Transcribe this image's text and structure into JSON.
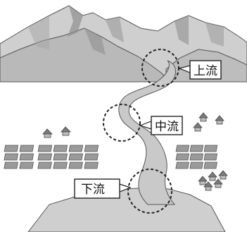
{
  "labels": {
    "upper": "上流",
    "middle": "中流",
    "lower": "下流"
  },
  "colors": {
    "mountain_light": "#d9d9d9",
    "mountain_mid": "#b8b8b8",
    "mountain_dark": "#8f8f8f",
    "river": "#c9c9c9",
    "plain": "#cfcfcf",
    "field": "#9a9a9a",
    "outline": "#555555"
  }
}
